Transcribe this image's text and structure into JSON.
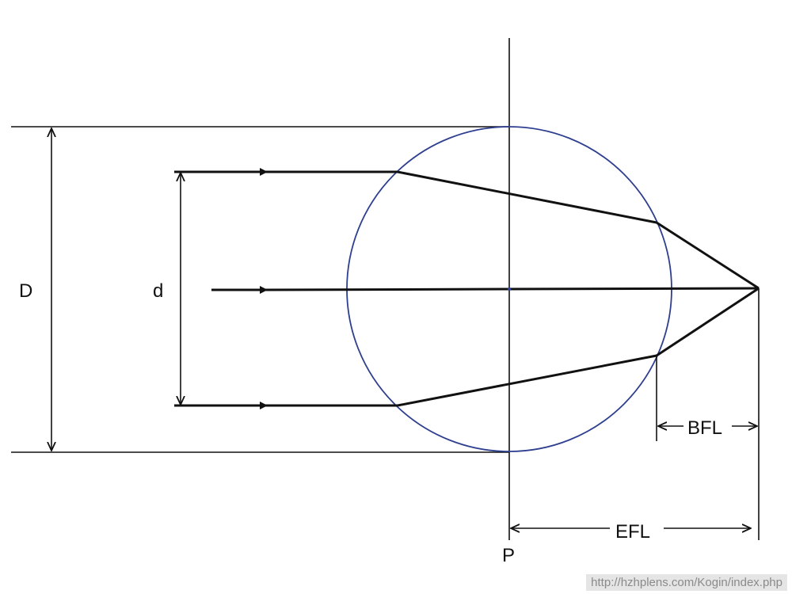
{
  "labels": {
    "D": "D",
    "d": "d",
    "P": "P",
    "BFL": "BFL",
    "EFL": "EFL"
  },
  "watermark": "http://hzhplens.com/Kogin/index.php",
  "colors": {
    "lens_outline": "#2e3f8f",
    "lines": "#111111"
  }
}
